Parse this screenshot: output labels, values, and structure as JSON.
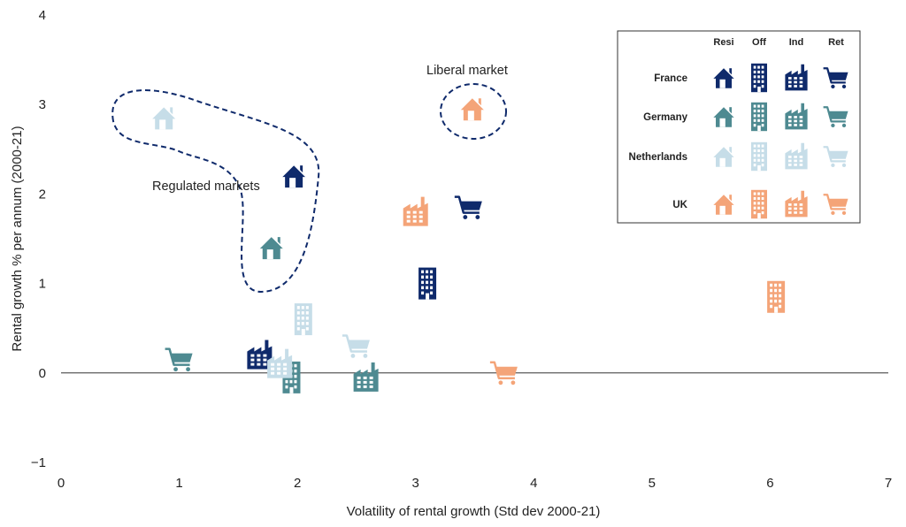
{
  "chart_data": {
    "type": "scatter",
    "xlabel": "Volatility of rental growth (Std dev 2000-21)",
    "ylabel": "Rental growth % per annum (2000-21)",
    "xlim": [
      0,
      7
    ],
    "ylim": [
      -1,
      4
    ],
    "x_ticks": [
      "0",
      "1",
      "2",
      "3",
      "4",
      "5",
      "6",
      "7"
    ],
    "y_ticks": [
      "-1",
      "0",
      "1",
      "2",
      "3",
      "4"
    ],
    "grid": false,
    "legend_placement": "top-right",
    "legend": {
      "columns": [
        {
          "label": "Resi",
          "icon": "house-icon"
        },
        {
          "label": "Off",
          "icon": "office-icon"
        },
        {
          "label": "Ind",
          "icon": "factory-icon"
        },
        {
          "label": "Ret",
          "icon": "cart-icon"
        }
      ],
      "rows": [
        "France",
        "Germany",
        "Netherlands",
        "UK"
      ]
    },
    "colors": {
      "France": "#0f2a6b",
      "Germany": "#4e8a91",
      "Netherlands": "#c6dde8",
      "UK": "#f4a478"
    },
    "series": [
      {
        "name": "France",
        "points": [
          {
            "type": "Resi",
            "x": 1.97,
            "y": 2.2
          },
          {
            "type": "Off",
            "x": 3.1,
            "y": 1.0
          },
          {
            "type": "Ind",
            "x": 1.68,
            "y": 0.2
          },
          {
            "type": "Ret",
            "x": 3.45,
            "y": 1.85
          }
        ]
      },
      {
        "name": "Germany",
        "points": [
          {
            "type": "Resi",
            "x": 1.78,
            "y": 1.4
          },
          {
            "type": "Off",
            "x": 1.95,
            "y": -0.05
          },
          {
            "type": "Ind",
            "x": 2.58,
            "y": -0.05
          },
          {
            "type": "Ret",
            "x": 1.0,
            "y": 0.15
          }
        ]
      },
      {
        "name": "Netherlands",
        "points": [
          {
            "type": "Resi",
            "x": 0.87,
            "y": 2.85
          },
          {
            "type": "Off",
            "x": 2.05,
            "y": 0.6
          },
          {
            "type": "Ind",
            "x": 1.85,
            "y": 0.1
          },
          {
            "type": "Ret",
            "x": 2.5,
            "y": 0.3
          }
        ]
      },
      {
        "name": "UK",
        "points": [
          {
            "type": "Resi",
            "x": 3.48,
            "y": 2.95
          },
          {
            "type": "Off",
            "x": 6.05,
            "y": 0.85
          },
          {
            "type": "Ind",
            "x": 3.0,
            "y": 1.8
          },
          {
            "type": "Ret",
            "x": 3.75,
            "y": 0.0
          }
        ]
      }
    ],
    "annotations": [
      {
        "text": "Regulated markets",
        "x": 1.5,
        "y": 2.1
      },
      {
        "text": "Liberal market",
        "x": 3.5,
        "y": 3.4
      }
    ]
  }
}
